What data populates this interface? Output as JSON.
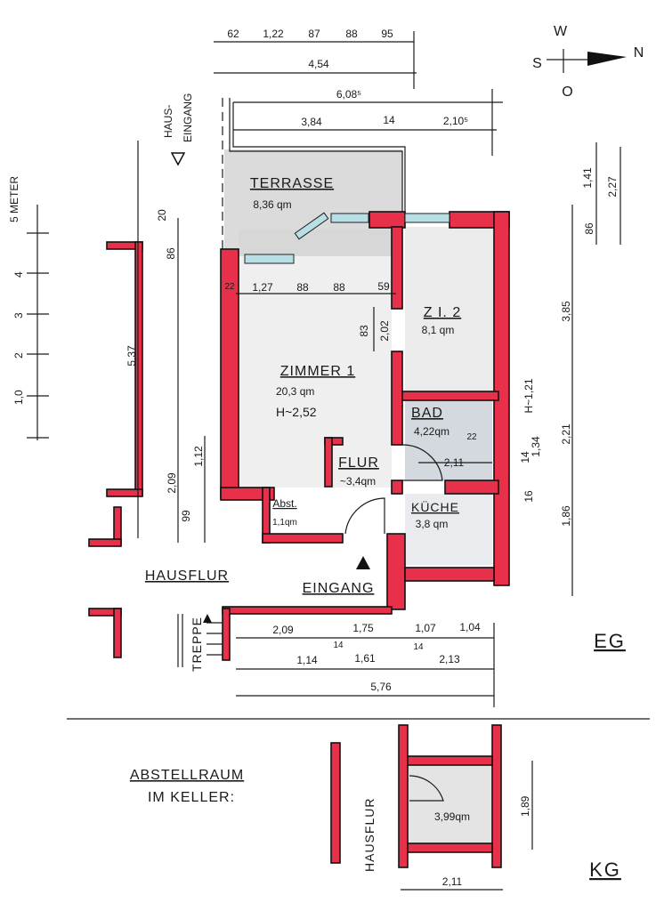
{
  "compass": {
    "west": "W",
    "south": "S",
    "north": "N",
    "east": "O"
  },
  "house_entrance": {
    "line1": "HAUS-",
    "line2": "EINGANG"
  },
  "scale": {
    "unit_label": "5 METER",
    "ticks": [
      "1,0",
      "2",
      "3",
      "4"
    ]
  },
  "rooms": {
    "terrasse": {
      "name": "TERRASSE",
      "area": "8,36 qm"
    },
    "zimmer1": {
      "name": "ZIMMER 1",
      "area": "20,3 qm",
      "height": "H~2,52"
    },
    "zimmer2": {
      "name": "Z I. 2",
      "area": "8,1 qm"
    },
    "bad": {
      "name": "BAD",
      "area": "4,22qm"
    },
    "flur": {
      "name": "FLUR",
      "area": "~3,4qm"
    },
    "abst": {
      "name": "Abst.",
      "area": "1,1qm"
    },
    "kueche": {
      "name": "KÜCHE",
      "area": "3,8 qm"
    },
    "hausflur": {
      "name": "HAUSFLUR"
    },
    "eingang": {
      "name": "EINGANG"
    },
    "treppe": {
      "name": "TREPPE"
    }
  },
  "floor_labels": {
    "eg": "EG",
    "kg": "KG"
  },
  "dimensions": {
    "top_row": [
      "62",
      "1,22",
      "87",
      "88",
      "95"
    ],
    "top_total": "4,54",
    "top_overall": "6,08⁵",
    "top_left": "3,84",
    "top_mid": "14",
    "top_right": "2,10⁵",
    "right": {
      "d141": "1,41",
      "d227": "2,27",
      "d86": "86",
      "d385": "3,85",
      "h121": "H~1,21",
      "d221": "2,21",
      "d134": "1,34",
      "d14": "14",
      "d16": "16",
      "d186": "1,86"
    },
    "left": {
      "d537": "5,37",
      "d86": "86",
      "d20": "20",
      "d209": "2,09",
      "d112": "1,12",
      "d99": "99"
    },
    "interior_row": [
      "22",
      "1,27",
      "88",
      "88",
      "59"
    ],
    "interior_door": {
      "d83": "83",
      "d202": "2,02"
    },
    "bad": {
      "d211": "2,11",
      "d22": "22"
    },
    "bottom_row1": [
      "2,09",
      "1,75",
      "1,07",
      "1,04"
    ],
    "bottom_row2": [
      "14",
      "1,14",
      "1,61",
      "14",
      "2,13"
    ],
    "bottom_total": "5,76"
  },
  "keller": {
    "title_line1": "ABSTELLRAUM",
    "title_line2": "IM  KELLER:",
    "hausflur": "HAUSFLUR",
    "area": "3,99qm",
    "height_dim": "1,89",
    "width_dim": "2,11"
  }
}
